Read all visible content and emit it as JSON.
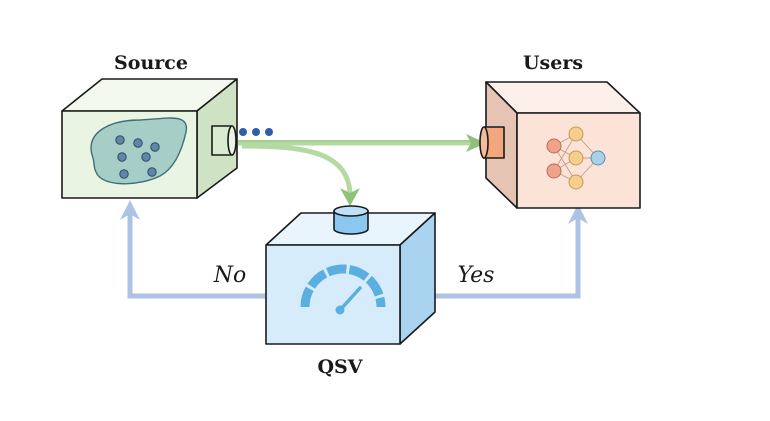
{
  "nodes": {
    "source": {
      "title": "Source",
      "colors": {
        "front": "#e9f4e3",
        "top": "#f3f9ef",
        "side": "#cfe3c4",
        "blob": "#a7cdc7",
        "dot": "#5f87a8",
        "port": "#d9ecd0",
        "dots": "#2f5fa7"
      }
    },
    "users": {
      "title": "Users",
      "colors": {
        "front": "#fbe3d8",
        "top": "#fdf0ea",
        "side": "#e6c4b3",
        "port": "#f2a77f",
        "node_red": "#f0a38c",
        "node_orange": "#f6cf8f",
        "node_blue": "#a9d0e4"
      }
    },
    "qsv": {
      "title": "QSV",
      "colors": {
        "front": "#d6ecfb",
        "top": "#e8f5fd",
        "side": "#a9d3ee",
        "port": "#8cc7ef",
        "gauge": "#5aaee0"
      }
    }
  },
  "edges": {
    "no_label": "No",
    "yes_label": "Yes"
  },
  "colors": {
    "feedback_arrow": "#aec3e3",
    "flow_arrow": "#a6cf8f",
    "flow_arrow_dark": "#7fb46a"
  },
  "icons": {
    "source_contents": "scatter-blob-icon",
    "users_contents": "neural-network-icon",
    "qsv_contents": "speedometer-gauge-icon"
  }
}
